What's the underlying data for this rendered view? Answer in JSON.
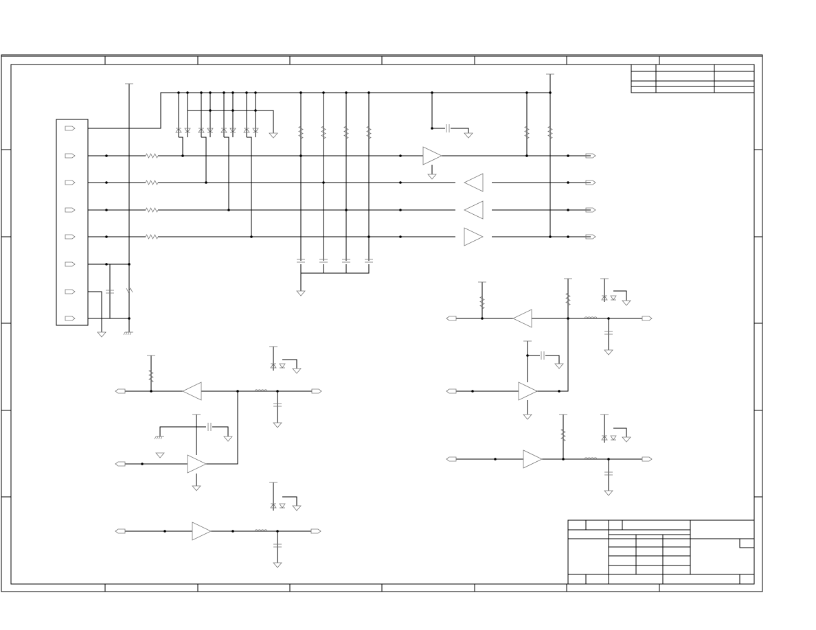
{
  "sheet": {
    "revision_block": {
      "rows": 3,
      "cols": 3
    },
    "title_block": {
      "text": []
    },
    "border_zone_labels": {
      "columns": [],
      "rows": []
    }
  },
  "diagram": {
    "type": "electrical-schematic",
    "connector": {
      "pins": 8
    },
    "labels": []
  }
}
